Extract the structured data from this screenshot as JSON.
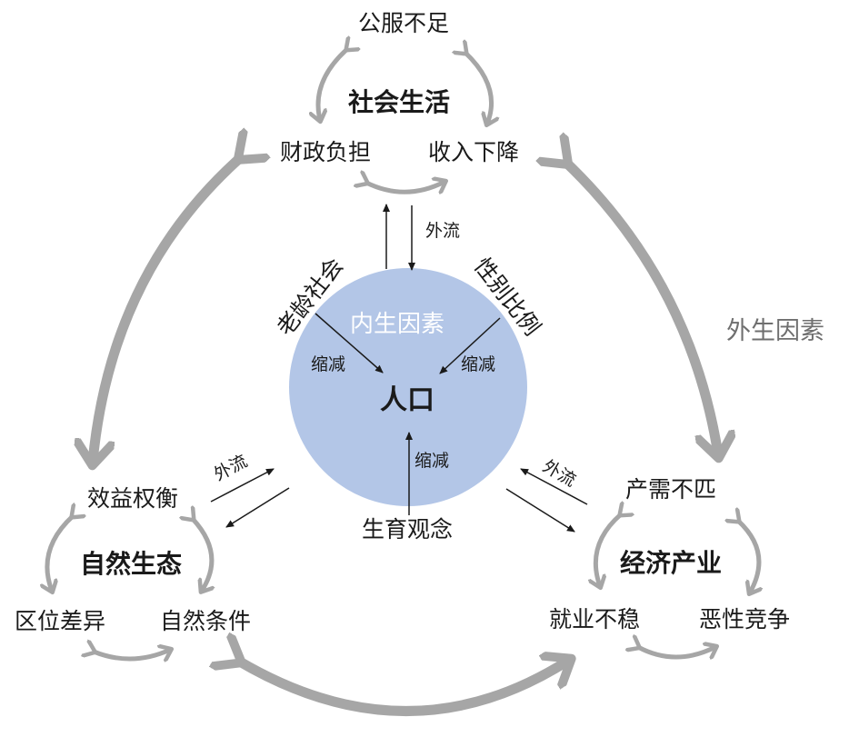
{
  "colors": {
    "circle_fill": "#b3c6e7",
    "gray_arrow": "#a6a6a6",
    "black_arrow": "#1a1a1a",
    "exogenous_text": "#6f6f6f"
  },
  "core": {
    "title": "内生因素",
    "center": "人口",
    "left_factor": "老龄社会",
    "right_factor": "性别比例",
    "bottom_factor": "生育观念",
    "reduce_left": "缩减",
    "reduce_right": "缩减",
    "reduce_bottom": "缩减"
  },
  "exogenous_label": "外生因素",
  "outflow_labels": {
    "top": "外流",
    "left": "外流",
    "right": "外流"
  },
  "social": {
    "hub": "社会生活",
    "top": "公服不足",
    "left": "财政负担",
    "right": "收入下降"
  },
  "nature": {
    "hub": "自然生态",
    "top": "效益权衡",
    "left": "区位差异",
    "right": "自然条件"
  },
  "economy": {
    "hub": "经济产业",
    "top": "产需不匹",
    "left": "就业不稳",
    "right": "恶性竞争"
  },
  "icons": [
    "gray-curved-arrow-icon",
    "black-arrow-icon"
  ]
}
